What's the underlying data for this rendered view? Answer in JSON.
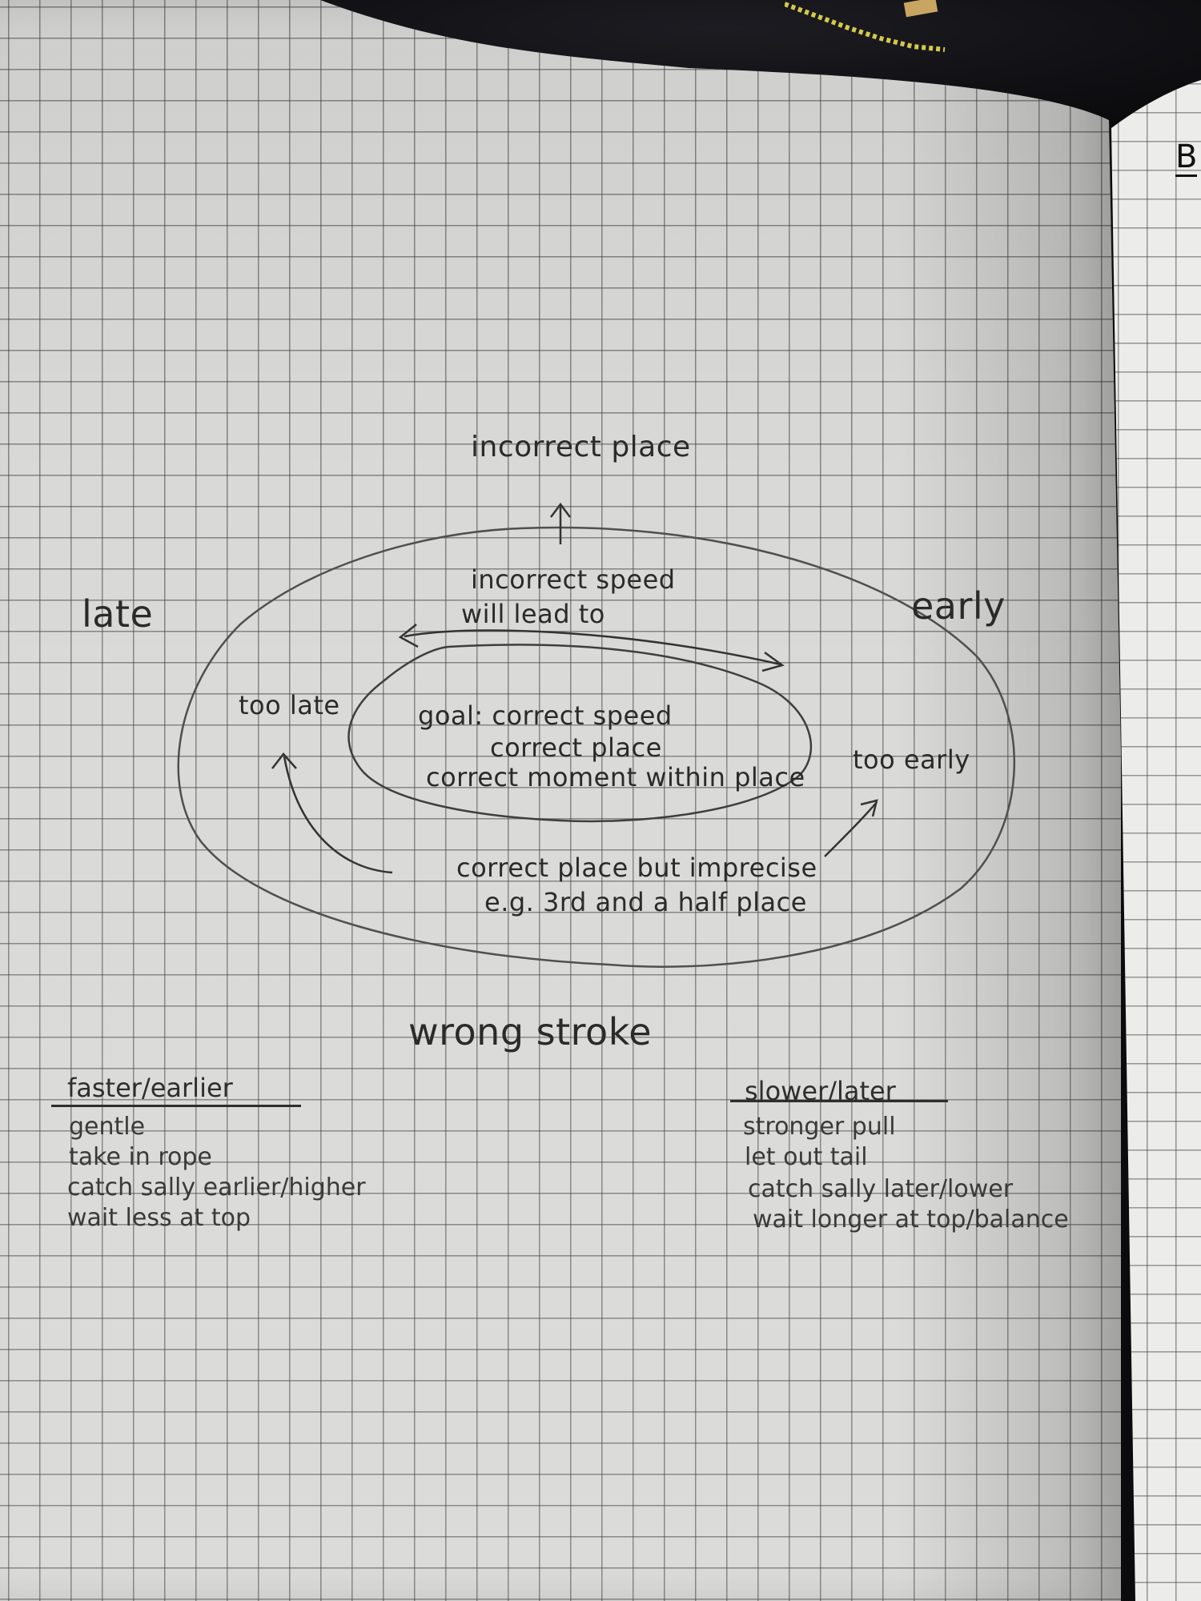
{
  "diagram": {
    "outer_labels": {
      "top": "incorrect place",
      "left": "late",
      "right": "early",
      "bottom": "wrong stroke"
    },
    "middle_ring": {
      "top_line1": "incorrect speed",
      "top_line2": "will lead to",
      "left": "too late",
      "right": "too early",
      "bottom_line1": "correct place but imprecise",
      "bottom_line2": "e.g.  3rd and a half place"
    },
    "inner_goal": {
      "line1": "goal: correct speed",
      "line2": "correct place",
      "line3": "correct moment within place"
    }
  },
  "lists": {
    "left": {
      "heading": "faster/earlier",
      "items": [
        "gentle",
        "take in rope",
        "catch sally earlier/higher",
        "wait less at top"
      ]
    },
    "right": {
      "heading": "slower/later",
      "items": [
        "stronger pull",
        "let out tail",
        "catch sally later/lower",
        "wait longer at top/balance"
      ]
    }
  },
  "right_page": {
    "letter": "B"
  },
  "colors": {
    "paper": "#d9d9d7",
    "grid": "#4a4a4a",
    "pencil": "#2a2a2a",
    "background": "#0b0b0d",
    "zipper": "#d4c84a"
  }
}
